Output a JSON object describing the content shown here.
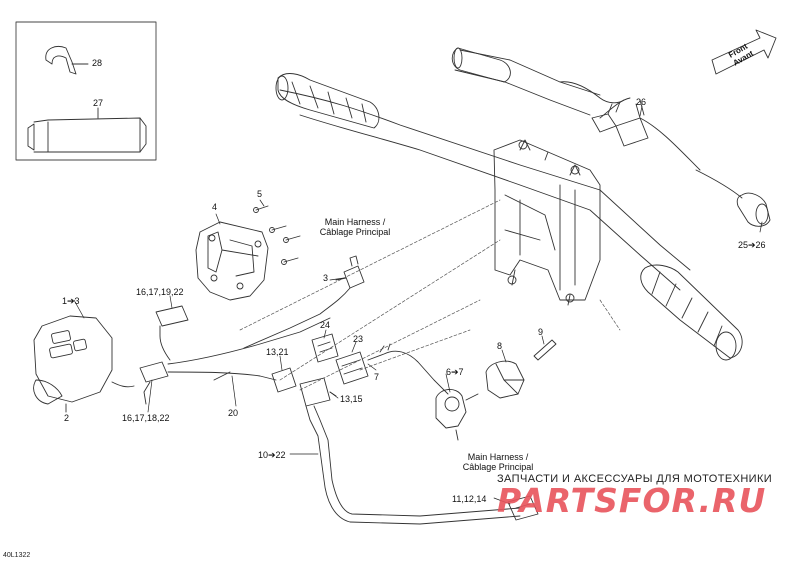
{
  "diagram": {
    "callouts": {
      "c28": "28",
      "c27": "27",
      "c26": "26",
      "c25_26": "25➔26",
      "c5": "5",
      "c4": "4",
      "c3": "3",
      "c16_17_19_22": "16,17,19,22",
      "c1_3": "1➔3",
      "c2": "2",
      "c16_17_18_22": "16,17,18,22",
      "c20": "20",
      "c24": "24",
      "c23": "23",
      "c13_21": "13,21",
      "c13_15": "13,15",
      "c7": "7",
      "c6_7": "6➔7",
      "c8": "8",
      "c9": "9",
      "c10_22": "10➔22",
      "c11_12_14": "11,12,14"
    },
    "main_harness_top": [
      "Main Harness /",
      "Câblage Principal"
    ],
    "main_harness_bottom": [
      "Main Harness /",
      "Câblage Principal"
    ],
    "front_label": [
      "Front",
      "Avant"
    ],
    "figure_code": "40L1322"
  },
  "watermark": {
    "title": "ЗАПЧАСТИ И АКСЕССУАРЫ ДЛЯ МОТОТЕХНИКИ",
    "logo": "PARTSFOR.RU"
  }
}
